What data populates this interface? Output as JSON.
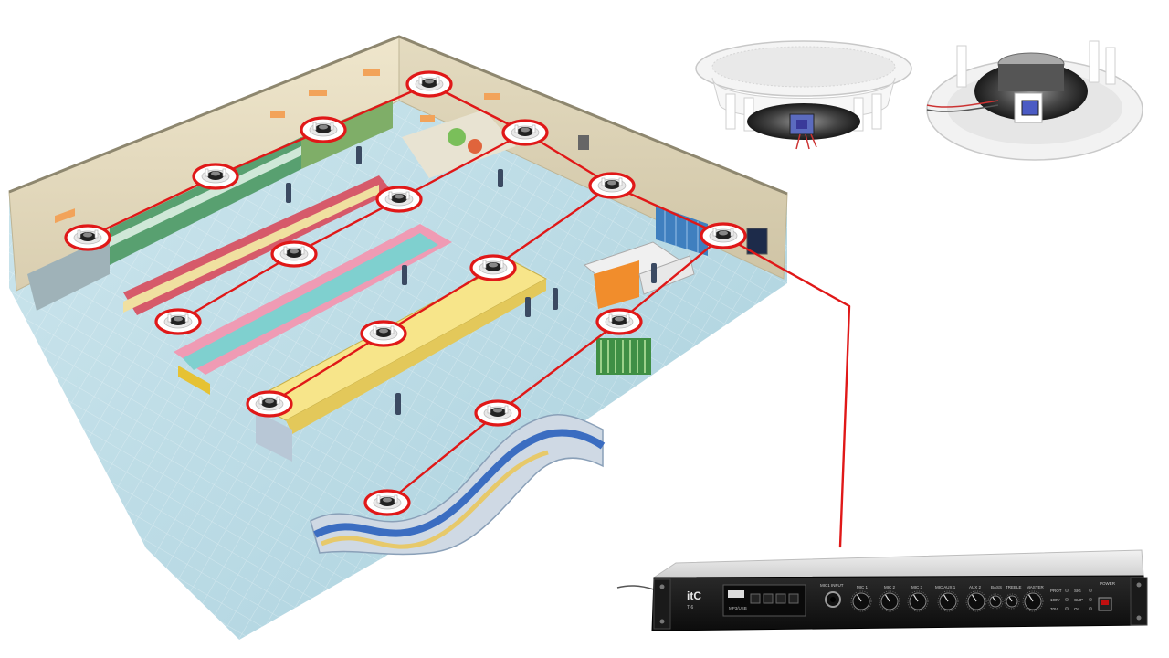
{
  "diagram": {
    "wiring_color": "#e01818",
    "speaker_ring_color": "#e01818",
    "store_floor_color": "#b9dbe6",
    "store_wall_color": "#e8e0c8",
    "speaker_count": 16
  },
  "amplifier": {
    "brand": "itC",
    "model": "T-6",
    "display_label": "MP3/USB",
    "panel_labels": {
      "mic1_input": "MIC1 INPUT",
      "mic1": "MIC 1",
      "mic2": "MIC 2",
      "mic3": "MIC 3",
      "mic_aux1": "MIC AUX 1",
      "aux2": "AUX 2",
      "bass": "BASS",
      "treble": "TREBLE",
      "master": "MASTER",
      "power": "POWER"
    },
    "indicators": [
      "PROT",
      "100V",
      "70V",
      "SIG",
      "CLIP",
      "OL"
    ]
  },
  "products": [
    {
      "name": "ceiling-speaker-front-icon"
    },
    {
      "name": "ceiling-speaker-back-icon"
    }
  ]
}
